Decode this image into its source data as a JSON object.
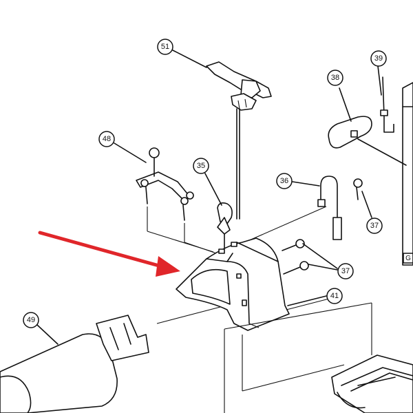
{
  "callouts": {
    "c51": "51",
    "c39": "39",
    "c38": "38",
    "c48": "48",
    "c35": "35",
    "c36": "36",
    "c37a": "37",
    "c37b": "37",
    "c41": "41",
    "c49": "49"
  },
  "side_label": "G",
  "colors": {
    "arrow": "#e0262a",
    "line": "#111111"
  }
}
